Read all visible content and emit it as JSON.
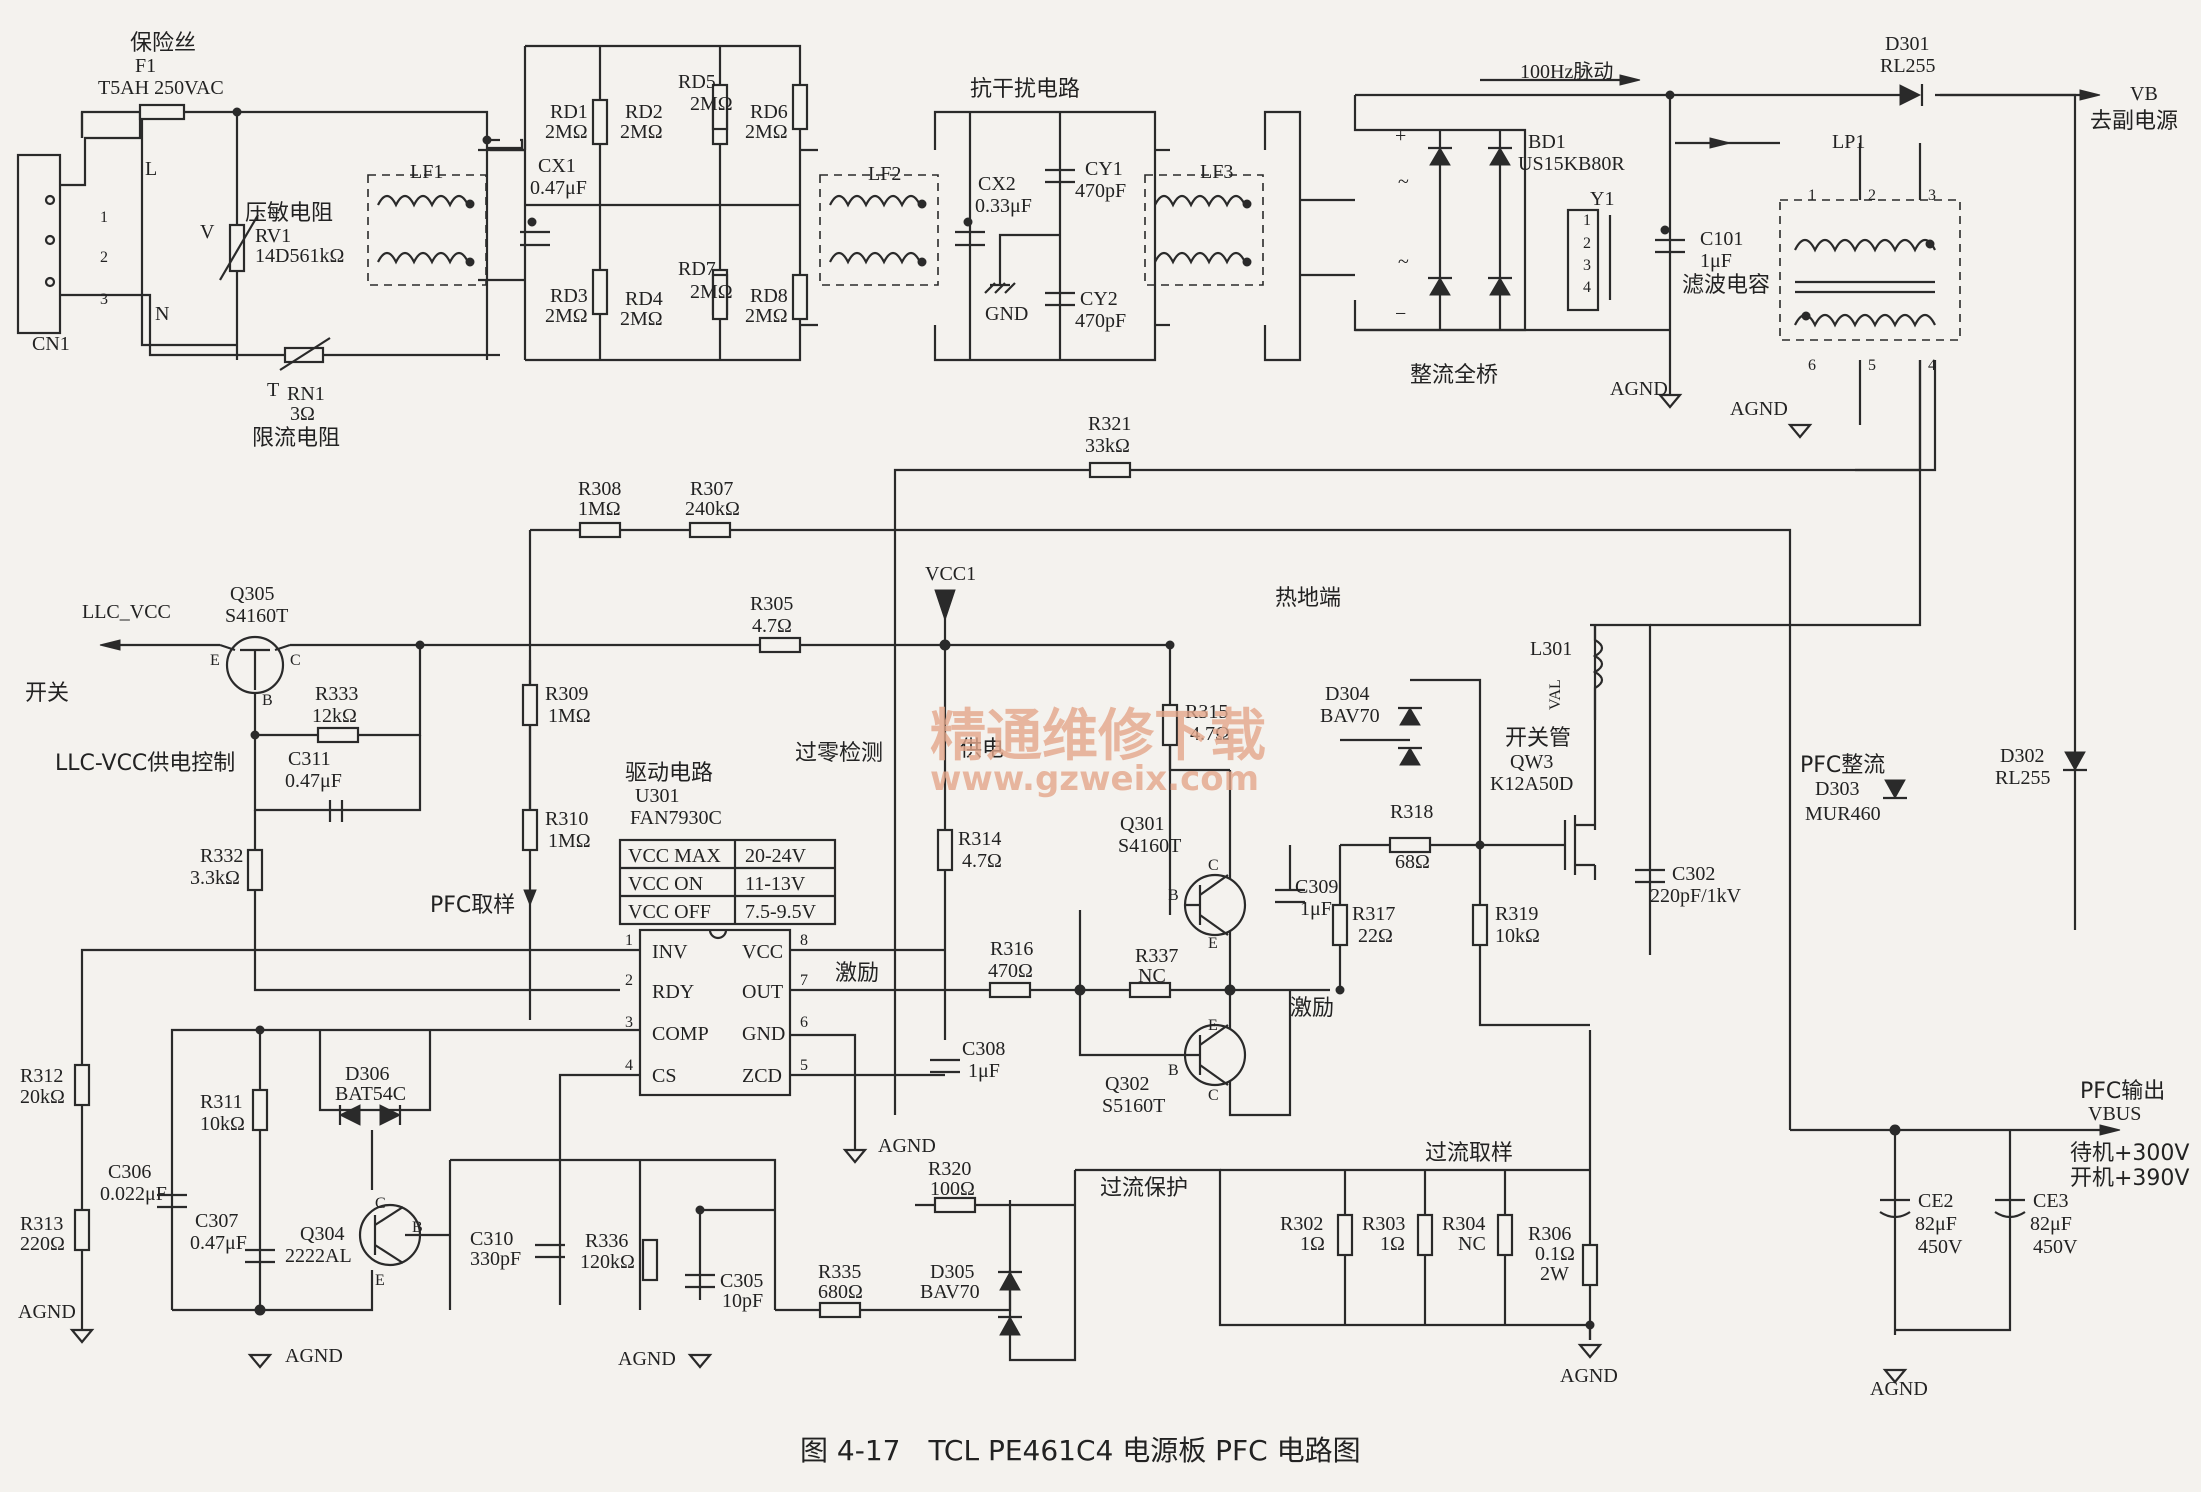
{
  "caption": "图 4-17　TCL PE461C4 电源板 PFC 电路图",
  "watermark": {
    "main": "精通维修下载",
    "url": "www.gzweix.com"
  },
  "notes": {
    "fuse": "保险丝",
    "varistor": "压敏电阻",
    "limit_resistor": "限流电阻",
    "emi": "抗干扰电路",
    "pulse": "100Hz脉动",
    "bridge": "整流全桥",
    "filter_cap": "滤波电容",
    "sub_power": "去副电源",
    "hot_ground": "热地端",
    "switch": "开关",
    "llc_ctrl": "LLC-VCC供电控制",
    "zero_detect": "过零检测",
    "power_supply": "供电",
    "drive_circuit": "驱动电路",
    "pfc_sample": "PFC取样",
    "excite_left": "激励",
    "excite_right": "激励",
    "overcurrent_protect": "过流保护",
    "overcurrent_sample": "过流取样",
    "switch_tube": "开关管",
    "pfc_rectify": "PFC整流",
    "pfc_output": "PFC输出",
    "standby_v": "待机+300V",
    "on_v": "开机+390V"
  },
  "nets": {
    "vb": "VB",
    "llc_vcc": "LLC_VCC",
    "vcc1": "VCC1",
    "vbus": "VBUS",
    "gnd": "GND",
    "agnd": "AGND"
  },
  "connector": {
    "ref": "CN1",
    "pin1": "1",
    "pin2": "2",
    "pin3": "3",
    "line_l": "L",
    "line_n": "N"
  },
  "components": {
    "F1": {
      "ref": "F1",
      "value": "T5AH 250VAC"
    },
    "RV1": {
      "ref": "RV1",
      "value": "14D561kΩ",
      "mark": "V"
    },
    "RN1": {
      "ref": "RN1",
      "value": "3Ω",
      "mark": "T"
    },
    "LF1": {
      "ref": "LF1"
    },
    "LF2": {
      "ref": "LF2"
    },
    "LF3": {
      "ref": "LF3"
    },
    "CX1": {
      "ref": "CX1",
      "value": "0.47μF"
    },
    "CX2": {
      "ref": "CX2",
      "value": "0.33μF"
    },
    "CY1": {
      "ref": "CY1",
      "value": "470pF"
    },
    "CY2": {
      "ref": "CY2",
      "value": "470pF"
    },
    "RD1": {
      "ref": "RD1",
      "value": "2MΩ"
    },
    "RD2": {
      "ref": "RD2",
      "value": "2MΩ"
    },
    "RD3": {
      "ref": "RD3",
      "value": "2MΩ"
    },
    "RD4": {
      "ref": "RD4",
      "value": "2MΩ"
    },
    "RD5": {
      "ref": "RD5",
      "value": "2MΩ"
    },
    "RD6": {
      "ref": "RD6",
      "value": "2MΩ"
    },
    "RD7": {
      "ref": "RD7",
      "value": "2MΩ"
    },
    "RD8": {
      "ref": "RD8",
      "value": "2MΩ"
    },
    "BD1": {
      "ref": "BD1",
      "value": "US15KB80R"
    },
    "Y1": {
      "ref": "Y1"
    },
    "C101": {
      "ref": "C101",
      "value": "1μF"
    },
    "D301": {
      "ref": "D301",
      "value": "RL255"
    },
    "LP1": {
      "ref": "LP1"
    },
    "R321": {
      "ref": "R321",
      "value": "33kΩ"
    },
    "R308": {
      "ref": "R308",
      "value": "1MΩ"
    },
    "R307": {
      "ref": "R307",
      "value": "240kΩ"
    },
    "Q305": {
      "ref": "Q305",
      "value": "S4160T"
    },
    "R305": {
      "ref": "R305",
      "value": "4.7Ω"
    },
    "R333": {
      "ref": "R333",
      "value": "12kΩ"
    },
    "C311": {
      "ref": "C311",
      "value": "0.47μF"
    },
    "R309": {
      "ref": "R309",
      "value": "1MΩ"
    },
    "R310": {
      "ref": "R310",
      "value": "1MΩ"
    },
    "R332": {
      "ref": "R332",
      "value": "3.3kΩ"
    },
    "U301": {
      "ref": "U301",
      "value": "FAN7930C"
    },
    "R315": {
      "ref": "R315",
      "value": "4.7Ω"
    },
    "R314": {
      "ref": "R314",
      "value": "4.7Ω"
    },
    "C308": {
      "ref": "C308",
      "value": "1μF"
    },
    "R316": {
      "ref": "R316",
      "value": "470Ω"
    },
    "R337": {
      "ref": "R337",
      "value": "NC"
    },
    "Q301": {
      "ref": "Q301",
      "value": "S4160T"
    },
    "Q302": {
      "ref": "Q302",
      "value": "S5160T"
    },
    "C309": {
      "ref": "C309",
      "value": "1μF"
    },
    "R317": {
      "ref": "R317",
      "value": "22Ω"
    },
    "R318": {
      "ref": "R318",
      "value": "68Ω"
    },
    "R319": {
      "ref": "R319",
      "value": "10kΩ"
    },
    "D304": {
      "ref": "D304",
      "value": "BAV70"
    },
    "QW3": {
      "ref": "QW3",
      "value": "K12A50D"
    },
    "L301": {
      "ref": "L301",
      "mark": "VAL"
    },
    "C302": {
      "ref": "C302",
      "value": "220pF/1kV"
    },
    "D303": {
      "ref": "D303",
      "value": "MUR460"
    },
    "D302": {
      "ref": "D302",
      "value": "RL255"
    },
    "R312": {
      "ref": "R312",
      "value": "20kΩ"
    },
    "R313": {
      "ref": "R313",
      "value": "220Ω"
    },
    "C306": {
      "ref": "C306",
      "value": "0.022μF"
    },
    "R311": {
      "ref": "R311",
      "value": "10kΩ"
    },
    "C307": {
      "ref": "C307",
      "value": "0.47μF"
    },
    "D306": {
      "ref": "D306",
      "value": "BAT54C"
    },
    "Q304": {
      "ref": "Q304",
      "value": "2222AL"
    },
    "C310": {
      "ref": "C310",
      "value": "330pF"
    },
    "R336": {
      "ref": "R336",
      "value": "120kΩ"
    },
    "C305": {
      "ref": "C305",
      "value": "10pF"
    },
    "R335": {
      "ref": "R335",
      "value": "680Ω"
    },
    "D305": {
      "ref": "D305",
      "value": "BAV70"
    },
    "R320": {
      "ref": "R320",
      "value": "100Ω"
    },
    "R302": {
      "ref": "R302",
      "value": "1Ω"
    },
    "R303": {
      "ref": "R303",
      "value": "1Ω"
    },
    "R304": {
      "ref": "R304",
      "value": "NC"
    },
    "R306": {
      "ref": "R306",
      "value": "0.1Ω",
      "rating": "2W"
    },
    "CE2": {
      "ref": "CE2",
      "value": "82μF",
      "rating": "450V"
    },
    "CE3": {
      "ref": "CE3",
      "value": "82μF",
      "rating": "450V"
    }
  },
  "ic_pins": {
    "inv": "INV",
    "rdy": "RDY",
    "comp": "COMP",
    "cs": "CS",
    "vcc": "VCC",
    "out": "OUT",
    "gnd": "GND",
    "zcd": "ZCD",
    "n1": "1",
    "n2": "2",
    "n3": "3",
    "n4": "4",
    "n5": "5",
    "n6": "6",
    "n7": "7",
    "n8": "8"
  },
  "vcc_table": [
    {
      "param": "VCC MAX",
      "value": "20-24V"
    },
    {
      "param": "VCC ON",
      "value": "11-13V"
    },
    {
      "param": "VCC OFF",
      "value": "7.5-9.5V"
    }
  ],
  "transistor_pins": {
    "b": "B",
    "c": "C",
    "e": "E"
  },
  "winding_pins": {
    "p1": "1",
    "p2": "2",
    "p3": "3",
    "p4": "4",
    "p5": "5",
    "p6": "6"
  },
  "bridge_marks": {
    "plus": "+",
    "minus": "−",
    "ac": "~"
  }
}
